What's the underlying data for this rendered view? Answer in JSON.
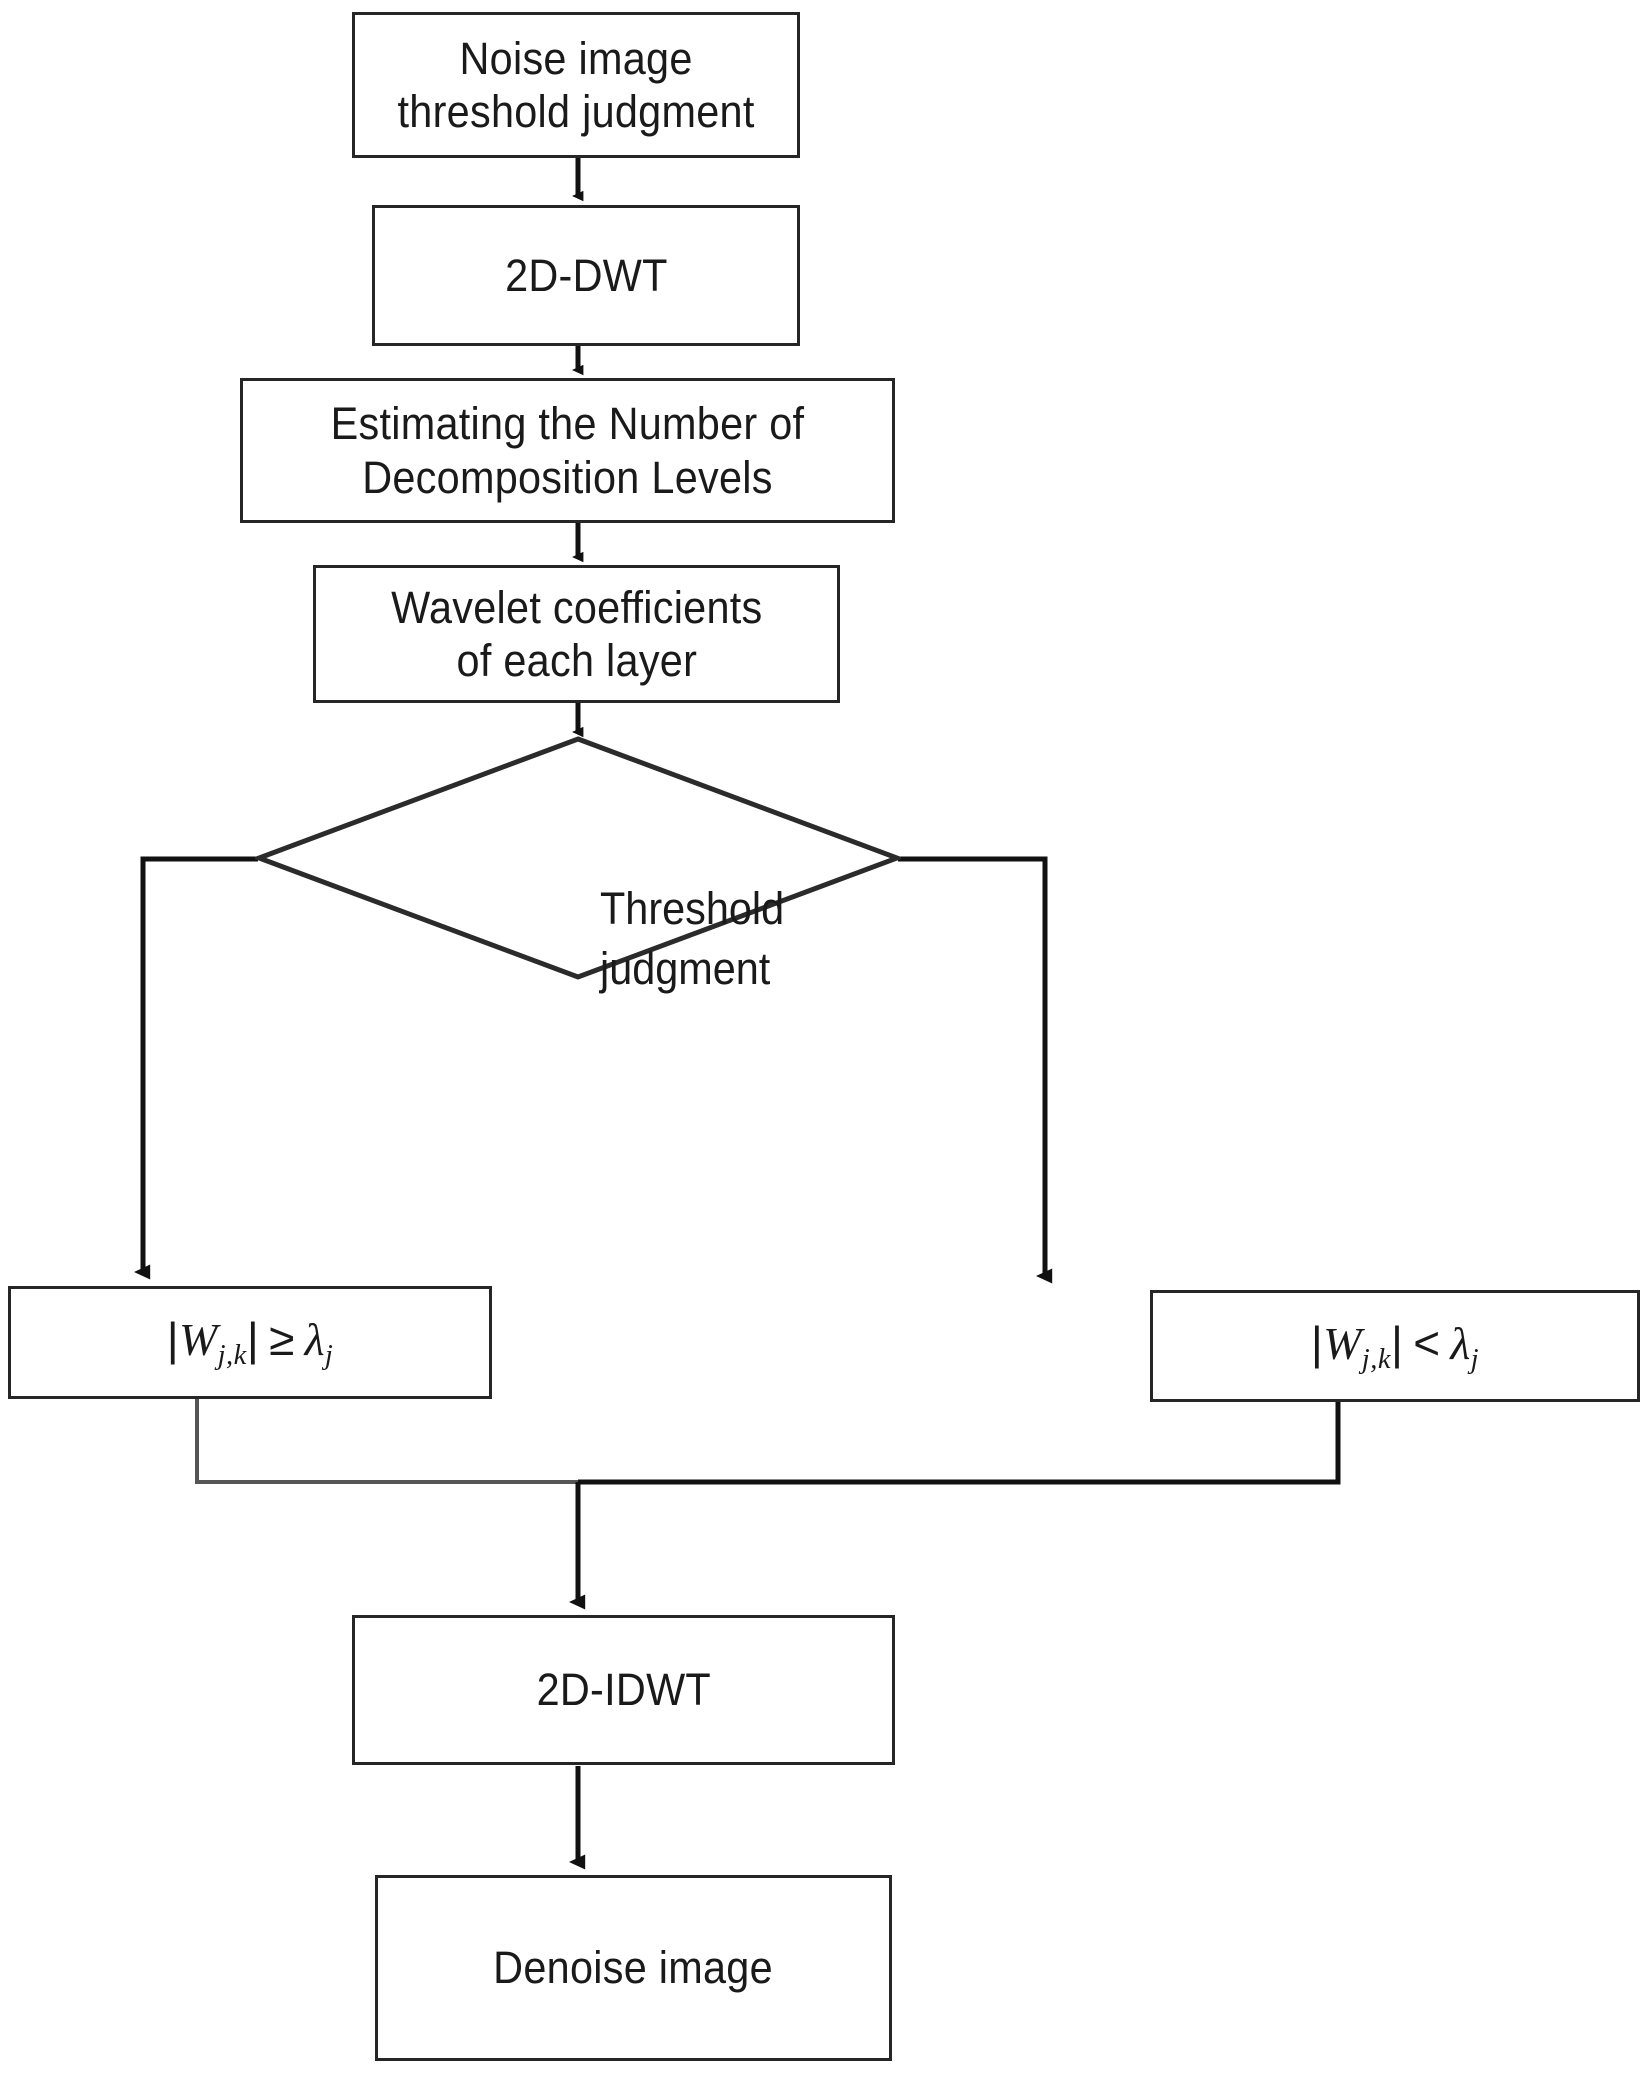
{
  "diagram": {
    "title": "Wavelet threshold denoising flowchart",
    "type": "flowchart",
    "stroke_color": "#262626",
    "fill_color": "#ffffff",
    "text_color": "#1a1a1a",
    "nodes": {
      "noise": {
        "shape": "process",
        "label": "Noise image\nthreshold judgment"
      },
      "dwt": {
        "shape": "process",
        "label": "2D-DWT"
      },
      "levels": {
        "shape": "process",
        "label": "Estimating the Number of\nDecomposition Levels"
      },
      "coeffs": {
        "shape": "process",
        "label": "Wavelet coefficients\nof each layer"
      },
      "decision": {
        "shape": "decision",
        "label": "Threshold\njudgment"
      },
      "branch_ge": {
        "shape": "process",
        "formula_plain": "|W_{j,k}| ≥ λ_j",
        "variable": "W",
        "subscript": "j,k",
        "operator": "≥",
        "threshold_symbol": "λ",
        "threshold_subscript": "j"
      },
      "branch_lt": {
        "shape": "process",
        "formula_plain": "|W_{j,k}| < λ_j",
        "variable": "W",
        "subscript": "j,k",
        "operator": "<",
        "threshold_symbol": "λ",
        "threshold_subscript": "j"
      },
      "idwt": {
        "shape": "process",
        "label": "2D-IDWT"
      },
      "denoise": {
        "shape": "process",
        "label": "Denoise image"
      }
    },
    "edges": [
      {
        "from": "noise",
        "to": "dwt",
        "style": "straight-down",
        "arrow": true
      },
      {
        "from": "dwt",
        "to": "levels",
        "style": "straight-down",
        "arrow": true
      },
      {
        "from": "levels",
        "to": "coeffs",
        "style": "straight-down",
        "arrow": true
      },
      {
        "from": "coeffs",
        "to": "decision",
        "style": "straight-down",
        "arrow": true
      },
      {
        "from": "decision",
        "to": "branch_ge",
        "style": "elbow-left",
        "arrow": true
      },
      {
        "from": "decision",
        "to": "branch_lt",
        "style": "elbow-right",
        "arrow": true
      },
      {
        "from": "branch_ge",
        "to": "idwt",
        "style": "merge-elbow",
        "arrow": true
      },
      {
        "from": "branch_lt",
        "to": "idwt",
        "style": "merge-elbow",
        "arrow": true
      },
      {
        "from": "idwt",
        "to": "denoise",
        "style": "straight-down",
        "arrow": true
      }
    ]
  }
}
